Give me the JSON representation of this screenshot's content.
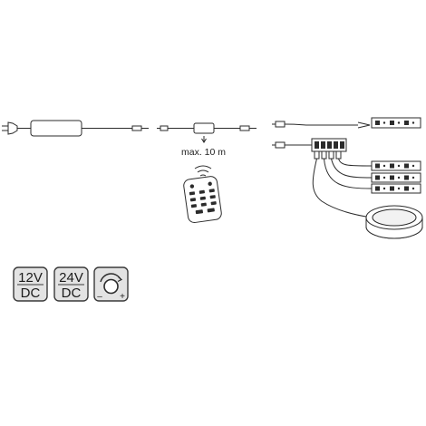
{
  "range_label": "max. 10 m",
  "badges": [
    {
      "line1": "12V",
      "line2": "DC",
      "icon": "12v-dc-badge"
    },
    {
      "line1": "24V",
      "line2": "DC",
      "icon": "24v-dc-badge"
    },
    {
      "icon": "dimmer-knob-badge",
      "minus": "–",
      "plus": "+"
    }
  ],
  "colors": {
    "line": "#2b2b2b",
    "badge_bg": "#e3e3e3",
    "badge_border": "#3a3a3a"
  }
}
